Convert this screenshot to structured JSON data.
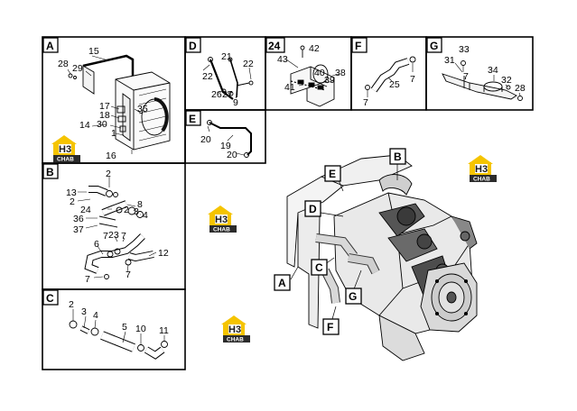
{
  "panels": {
    "A": {
      "letter": "A",
      "labels": [
        "15",
        "28",
        "29",
        "17",
        "35",
        "18",
        "30",
        "14",
        "1",
        "16"
      ]
    },
    "D": {
      "letter": "D",
      "labels": [
        "21",
        "22",
        "22",
        "26",
        "27",
        "9"
      ]
    },
    "p24": {
      "letter": "24",
      "labels": [
        "42",
        "43",
        "40",
        "38",
        "39",
        "41"
      ]
    },
    "F": {
      "letter": "F",
      "labels": [
        "25",
        "7",
        "7"
      ]
    },
    "G": {
      "letter": "G",
      "labels": [
        "33",
        "31",
        "34",
        "32",
        "28",
        "7"
      ]
    },
    "E": {
      "letter": "E",
      "labels": [
        "20",
        "19",
        "20"
      ]
    },
    "B": {
      "letter": "B",
      "labels": [
        "2",
        "13",
        "2",
        "8",
        "3",
        "4",
        "24",
        "2",
        "36",
        "37",
        "23",
        "7",
        "6",
        "7",
        "12",
        "7",
        "7"
      ]
    },
    "C": {
      "letter": "C",
      "labels": [
        "2",
        "3",
        "4",
        "5",
        "10",
        "11"
      ]
    }
  },
  "callouts": [
    "B",
    "E",
    "D",
    "C",
    "A",
    "G",
    "F"
  ],
  "logo": {
    "top": "H3",
    "bottom": "CHAB",
    "colors": {
      "yellow": "#f5c400",
      "dark": "#2b2b2b"
    }
  }
}
